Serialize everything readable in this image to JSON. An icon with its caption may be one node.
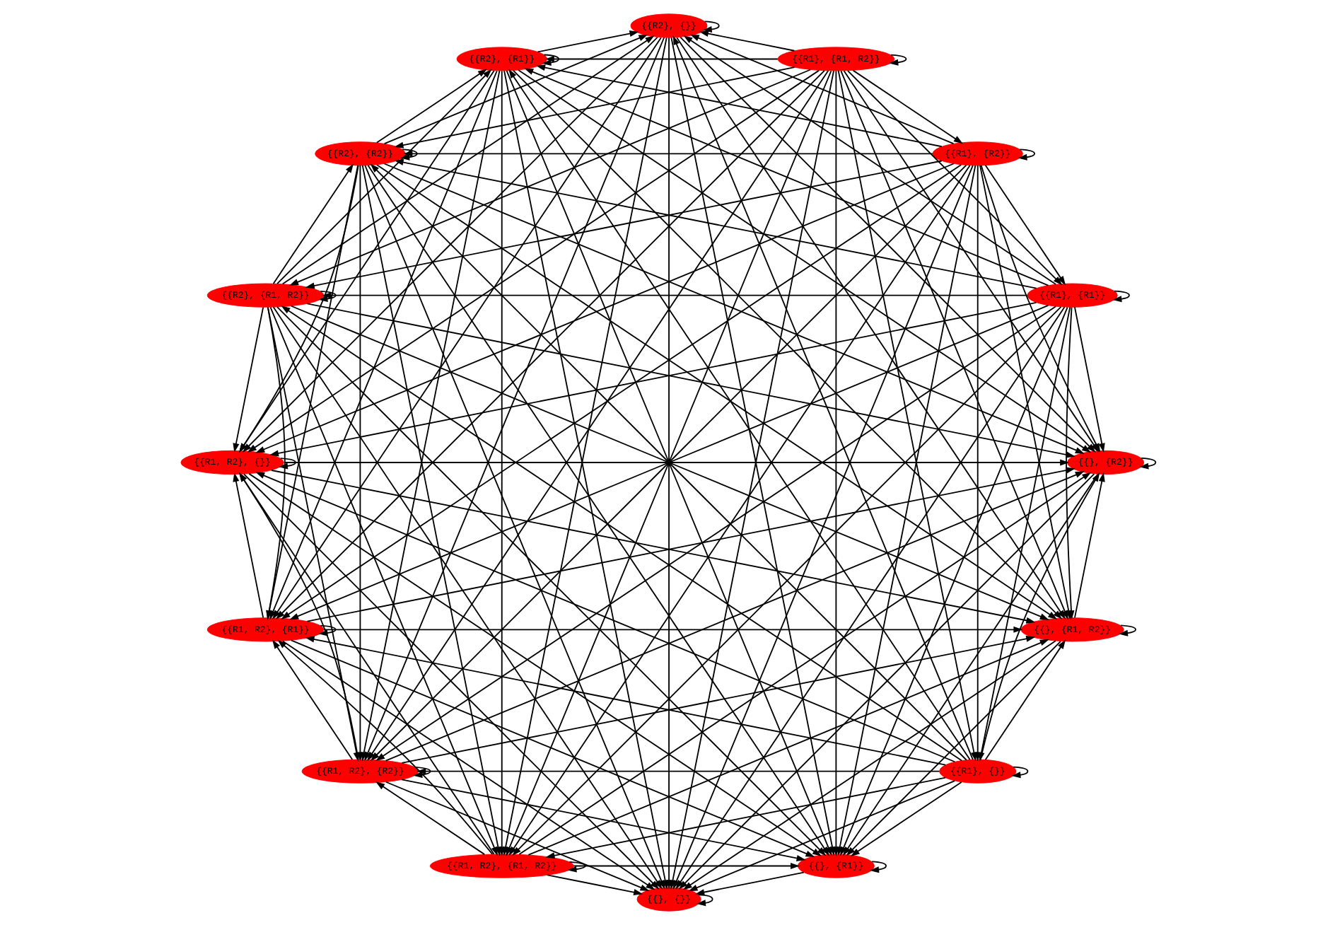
{
  "diagram": {
    "nodes": [
      {
        "text": [
          "{{}, {R1, R2}}"
        ]
      },
      {
        "text": [
          "{{}, {R2}}"
        ]
      },
      {
        "text": [
          "{{}, {R1}}"
        ]
      },
      {
        "text": [
          "{{}, {}}"
        ]
      },
      {
        "text": [
          "{{R1, R2}, {R1, R2}}"
        ]
      },
      {
        "text": [
          "{{R1, R2}, {R2}}"
        ]
      },
      {
        "text": [
          "{{R1, R2}, {R1}}"
        ]
      },
      {
        "text": [
          "{{R1, R2}, {}}"
        ]
      },
      {
        "text": [
          "{{R2}, {R1, R2}}"
        ]
      },
      {
        "text": [
          "{{R2}, {R2}}"
        ]
      },
      {
        "text": [
          "{{R2}, {R1}}"
        ]
      },
      {
        "text": [
          "{{R2}, {}}"
        ]
      },
      {
        "text": [
          "{{R1}, {R1, R2}}"
        ]
      },
      {
        "text": [
          "{{R1}, {R2}}"
        ]
      },
      {
        "text": [
          "{{R1}, {R1}}"
        ]
      },
      {
        "text": [
          "{{R1}, {}}"
        ]
      }
    ],
    "edges": [
      {
        "from": 0,
        "to": 0,
        "arrow": "to"
      },
      {
        "from": 1,
        "to": 1,
        "arrow": "to"
      },
      {
        "from": 2,
        "to": 2,
        "arrow": "to"
      },
      {
        "from": 3,
        "to": 3,
        "arrow": "to"
      },
      {
        "from": 4,
        "to": 4,
        "arrow": "to"
      },
      {
        "from": 5,
        "to": 5,
        "arrow": "to"
      },
      {
        "from": 6,
        "to": 6,
        "arrow": "to"
      },
      {
        "from": 7,
        "to": 7,
        "arrow": "to"
      },
      {
        "from": 8,
        "to": 8,
        "arrow": "to"
      },
      {
        "from": 9,
        "to": 9,
        "arrow": "to"
      },
      {
        "from": 10,
        "to": 10,
        "arrow": "to"
      },
      {
        "from": 11,
        "to": 11,
        "arrow": "to"
      },
      {
        "from": 12,
        "to": 12,
        "arrow": "to"
      },
      {
        "from": 13,
        "to": 13,
        "arrow": "to"
      },
      {
        "from": 14,
        "to": 14,
        "arrow": "to"
      },
      {
        "from": 15,
        "to": 15,
        "arrow": "to"
      },
      {
        "from": 12,
        "to": 13,
        "arrow": "to"
      },
      {
        "from": 12,
        "to": 14,
        "arrow": "to"
      },
      {
        "from": 12,
        "to": 15,
        "arrow": "to"
      },
      {
        "from": 12,
        "to": 8,
        "arrow": "to"
      },
      {
        "from": 12,
        "to": 9,
        "arrow": "to"
      },
      {
        "from": 12,
        "to": 10,
        "arrow": "to"
      },
      {
        "from": 12,
        "to": 11,
        "arrow": "to"
      },
      {
        "from": 12,
        "to": 4,
        "arrow": "to"
      },
      {
        "from": 12,
        "to": 5,
        "arrow": "to"
      },
      {
        "from": 12,
        "to": 6,
        "arrow": "to"
      },
      {
        "from": 12,
        "to": 7,
        "arrow": "to"
      },
      {
        "from": 12,
        "to": 0,
        "arrow": "to"
      },
      {
        "from": 12,
        "to": 1,
        "arrow": "to"
      },
      {
        "from": 12,
        "to": 2,
        "arrow": "to"
      },
      {
        "from": 12,
        "to": 3,
        "arrow": "to"
      },
      {
        "from": 13,
        "to": 14,
        "arrow": "to"
      },
      {
        "from": 13,
        "to": 15,
        "arrow": "to"
      },
      {
        "from": 13,
        "to": 8,
        "arrow": "to"
      },
      {
        "from": 13,
        "to": 9,
        "arrow": "to"
      },
      {
        "from": 13,
        "to": 10,
        "arrow": "to"
      },
      {
        "from": 13,
        "to": 11,
        "arrow": "to"
      },
      {
        "from": 13,
        "to": 4,
        "arrow": "to"
      },
      {
        "from": 13,
        "to": 5,
        "arrow": "to"
      },
      {
        "from": 13,
        "to": 6,
        "arrow": "to"
      },
      {
        "from": 13,
        "to": 7,
        "arrow": "to"
      },
      {
        "from": 13,
        "to": 0,
        "arrow": "to"
      },
      {
        "from": 13,
        "to": 1,
        "arrow": "to"
      },
      {
        "from": 13,
        "to": 2,
        "arrow": "to"
      },
      {
        "from": 13,
        "to": 3,
        "arrow": "to"
      },
      {
        "from": 14,
        "to": 15,
        "arrow": "to"
      },
      {
        "from": 14,
        "to": 8,
        "arrow": "to"
      },
      {
        "from": 14,
        "to": 9,
        "arrow": "to"
      },
      {
        "from": 14,
        "to": 10,
        "arrow": "to"
      },
      {
        "from": 14,
        "to": 11,
        "arrow": "to"
      },
      {
        "from": 14,
        "to": 4,
        "arrow": "to"
      },
      {
        "from": 14,
        "to": 5,
        "arrow": "to"
      },
      {
        "from": 14,
        "to": 6,
        "arrow": "to"
      },
      {
        "from": 14,
        "to": 7,
        "arrow": "to"
      },
      {
        "from": 14,
        "to": 0,
        "arrow": "to"
      },
      {
        "from": 14,
        "to": 1,
        "arrow": "to"
      },
      {
        "from": 14,
        "to": 2,
        "arrow": "to"
      },
      {
        "from": 14,
        "to": 3,
        "arrow": "to"
      },
      {
        "from": 15,
        "to": 8,
        "arrow": "to"
      },
      {
        "from": 15,
        "to": 9,
        "arrow": "to"
      },
      {
        "from": 15,
        "to": 10,
        "arrow": "to"
      },
      {
        "from": 15,
        "to": 11,
        "arrow": "to"
      },
      {
        "from": 15,
        "to": 4,
        "arrow": "to"
      },
      {
        "from": 15,
        "to": 5,
        "arrow": "to"
      },
      {
        "from": 15,
        "to": 6,
        "arrow": "to"
      },
      {
        "from": 15,
        "to": 7,
        "arrow": "to"
      },
      {
        "from": 15,
        "to": 0,
        "arrow": "to"
      },
      {
        "from": 15,
        "to": 1,
        "arrow": "to"
      },
      {
        "from": 15,
        "to": 2,
        "arrow": "to"
      },
      {
        "from": 15,
        "to": 3,
        "arrow": "to"
      },
      {
        "from": 8,
        "to": 9,
        "arrow": "to"
      },
      {
        "from": 8,
        "to": 10,
        "arrow": "to"
      },
      {
        "from": 8,
        "to": 11,
        "arrow": "to"
      },
      {
        "from": 8,
        "to": 4,
        "arrow": "to"
      },
      {
        "from": 8,
        "to": 5,
        "arrow": "to"
      },
      {
        "from": 8,
        "to": 6,
        "arrow": "to"
      },
      {
        "from": 8,
        "to": 7,
        "arrow": "to"
      },
      {
        "from": 8,
        "to": 0,
        "arrow": "to"
      },
      {
        "from": 8,
        "to": 1,
        "arrow": "to"
      },
      {
        "from": 8,
        "to": 2,
        "arrow": "to"
      },
      {
        "from": 8,
        "to": 3,
        "arrow": "to"
      },
      {
        "from": 9,
        "to": 10,
        "arrow": "to"
      },
      {
        "from": 9,
        "to": 11,
        "arrow": "to"
      },
      {
        "from": 9,
        "to": 4,
        "arrow": "to"
      },
      {
        "from": 9,
        "to": 5,
        "arrow": "to"
      },
      {
        "from": 9,
        "to": 6,
        "arrow": "to"
      },
      {
        "from": 9,
        "to": 7,
        "arrow": "to"
      },
      {
        "from": 9,
        "to": 0,
        "arrow": "to"
      },
      {
        "from": 9,
        "to": 1,
        "arrow": "to"
      },
      {
        "from": 9,
        "to": 2,
        "arrow": "to"
      },
      {
        "from": 9,
        "to": 3,
        "arrow": "to"
      },
      {
        "from": 10,
        "to": 11,
        "arrow": "to"
      },
      {
        "from": 10,
        "to": 4,
        "arrow": "to"
      },
      {
        "from": 10,
        "to": 5,
        "arrow": "to"
      },
      {
        "from": 10,
        "to": 6,
        "arrow": "to"
      },
      {
        "from": 10,
        "to": 7,
        "arrow": "to"
      },
      {
        "from": 10,
        "to": 0,
        "arrow": "to"
      },
      {
        "from": 10,
        "to": 1,
        "arrow": "to"
      },
      {
        "from": 10,
        "to": 2,
        "arrow": "to"
      },
      {
        "from": 10,
        "to": 3,
        "arrow": "to"
      },
      {
        "from": 11,
        "to": 4,
        "arrow": "to"
      },
      {
        "from": 11,
        "to": 5,
        "arrow": "to"
      },
      {
        "from": 11,
        "to": 6,
        "arrow": "to"
      },
      {
        "from": 11,
        "to": 7,
        "arrow": "to"
      },
      {
        "from": 11,
        "to": 0,
        "arrow": "to"
      },
      {
        "from": 11,
        "to": 1,
        "arrow": "to"
      },
      {
        "from": 11,
        "to": 2,
        "arrow": "to"
      },
      {
        "from": 11,
        "to": 3,
        "arrow": "to"
      },
      {
        "from": 4,
        "to": 5,
        "arrow": "to"
      },
      {
        "from": 4,
        "to": 6,
        "arrow": "to"
      },
      {
        "from": 4,
        "to": 7,
        "arrow": "to"
      },
      {
        "from": 4,
        "to": 0,
        "arrow": "to"
      },
      {
        "from": 4,
        "to": 1,
        "arrow": "to"
      },
      {
        "from": 4,
        "to": 2,
        "arrow": "to"
      },
      {
        "from": 4,
        "to": 3,
        "arrow": "to"
      },
      {
        "from": 5,
        "to": 6,
        "arrow": "to"
      },
      {
        "from": 5,
        "to": 7,
        "arrow": "to"
      },
      {
        "from": 5,
        "to": 0,
        "arrow": "to"
      },
      {
        "from": 5,
        "to": 1,
        "arrow": "to"
      },
      {
        "from": 5,
        "to": 2,
        "arrow": "to"
      },
      {
        "from": 5,
        "to": 3,
        "arrow": "to"
      },
      {
        "from": 6,
        "to": 7,
        "arrow": "to"
      },
      {
        "from": 6,
        "to": 0,
        "arrow": "to"
      },
      {
        "from": 6,
        "to": 1,
        "arrow": "to"
      },
      {
        "from": 6,
        "to": 2,
        "arrow": "to"
      },
      {
        "from": 6,
        "to": 3,
        "arrow": "to"
      },
      {
        "from": 7,
        "to": 0,
        "arrow": "to"
      },
      {
        "from": 7,
        "to": 1,
        "arrow": "to"
      },
      {
        "from": 7,
        "to": 2,
        "arrow": "to"
      },
      {
        "from": 7,
        "to": 3,
        "arrow": "to"
      },
      {
        "from": 0,
        "to": 1,
        "arrow": "to"
      },
      {
        "from": 0,
        "to": 2,
        "arrow": "to"
      },
      {
        "from": 0,
        "to": 3,
        "arrow": "to"
      },
      {
        "from": 1,
        "to": 2,
        "arrow": "to"
      },
      {
        "from": 1,
        "to": 3,
        "arrow": "to"
      },
      {
        "from": 2,
        "to": 3,
        "arrow": "to"
      }
    ]
  }
}
